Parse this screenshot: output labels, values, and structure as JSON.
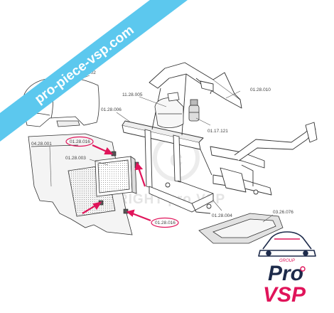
{
  "watermark": {
    "banner_text": "pro-piece-vsp.com",
    "copyright_text": "COPYRIGHT pro VSP"
  },
  "part_labels": {
    "lbl_01_28_002": "01.28.002",
    "lbl_11_28_005": "11.28.005",
    "lbl_01_28_010": "01.28.010",
    "lbl_01_28_006": "01.28.006",
    "lbl_01_17_121": "01.17.121",
    "lbl_01_28_016_a": "01.28.016",
    "lbl_04_28_001": "04.28.001",
    "lbl_01_28_003": "01.28.003",
    "lbl_01_28_004": "01.28.004",
    "lbl_03_26_076": "03.26.076",
    "lbl_01_28_016_b": "01.28.016"
  },
  "logo": {
    "group_text": "GROUP",
    "pro_text": "Pro",
    "vsp_text": "VSP"
  },
  "colors": {
    "banner": "#5cc8ee",
    "highlight": "#e0145a",
    "line": "#333333",
    "logo_dark": "#1d2a4a"
  }
}
